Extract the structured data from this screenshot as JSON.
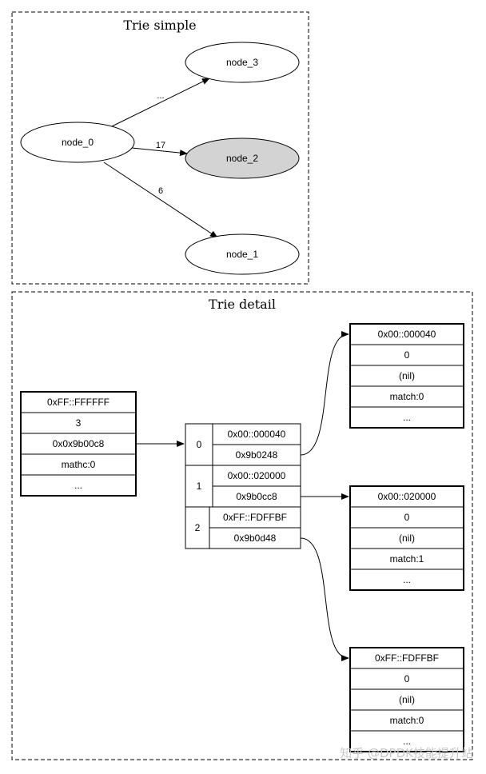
{
  "simple": {
    "title": "Trie simple",
    "nodes": {
      "n0": "node_0",
      "n1": "node_1",
      "n2": "node_2",
      "n3": "node_3"
    },
    "edges": {
      "e3": "...",
      "e2": "17",
      "e1": "6"
    },
    "highlight_fill": "#d3d3d3"
  },
  "detail": {
    "title": "Trie detail",
    "root": [
      "0xFF::FFFFFF",
      "3",
      "0x0x9b00c8",
      "mathc:0",
      "..."
    ],
    "table": {
      "rows": [
        {
          "index": "0",
          "key": "0x00::000040",
          "ptr": "0x9b0248"
        },
        {
          "index": "1",
          "key": "0x00::020000",
          "ptr": "0x9b0cc8"
        },
        {
          "index": "2",
          "key": "0xFF::FDFFBF",
          "ptr": "0x9b0d48"
        }
      ]
    },
    "child_a": [
      "0x00::000040",
      "0",
      "(nil)",
      "match:0",
      "..."
    ],
    "child_b": [
      "0x00::020000",
      "0",
      "(nil)",
      "match:1",
      "..."
    ],
    "child_c": [
      "0xFF::FDFFBF",
      "0",
      "(nil)",
      "match:0",
      "..."
    ]
  },
  "watermark": "知乎 @DPDK技能提升站"
}
